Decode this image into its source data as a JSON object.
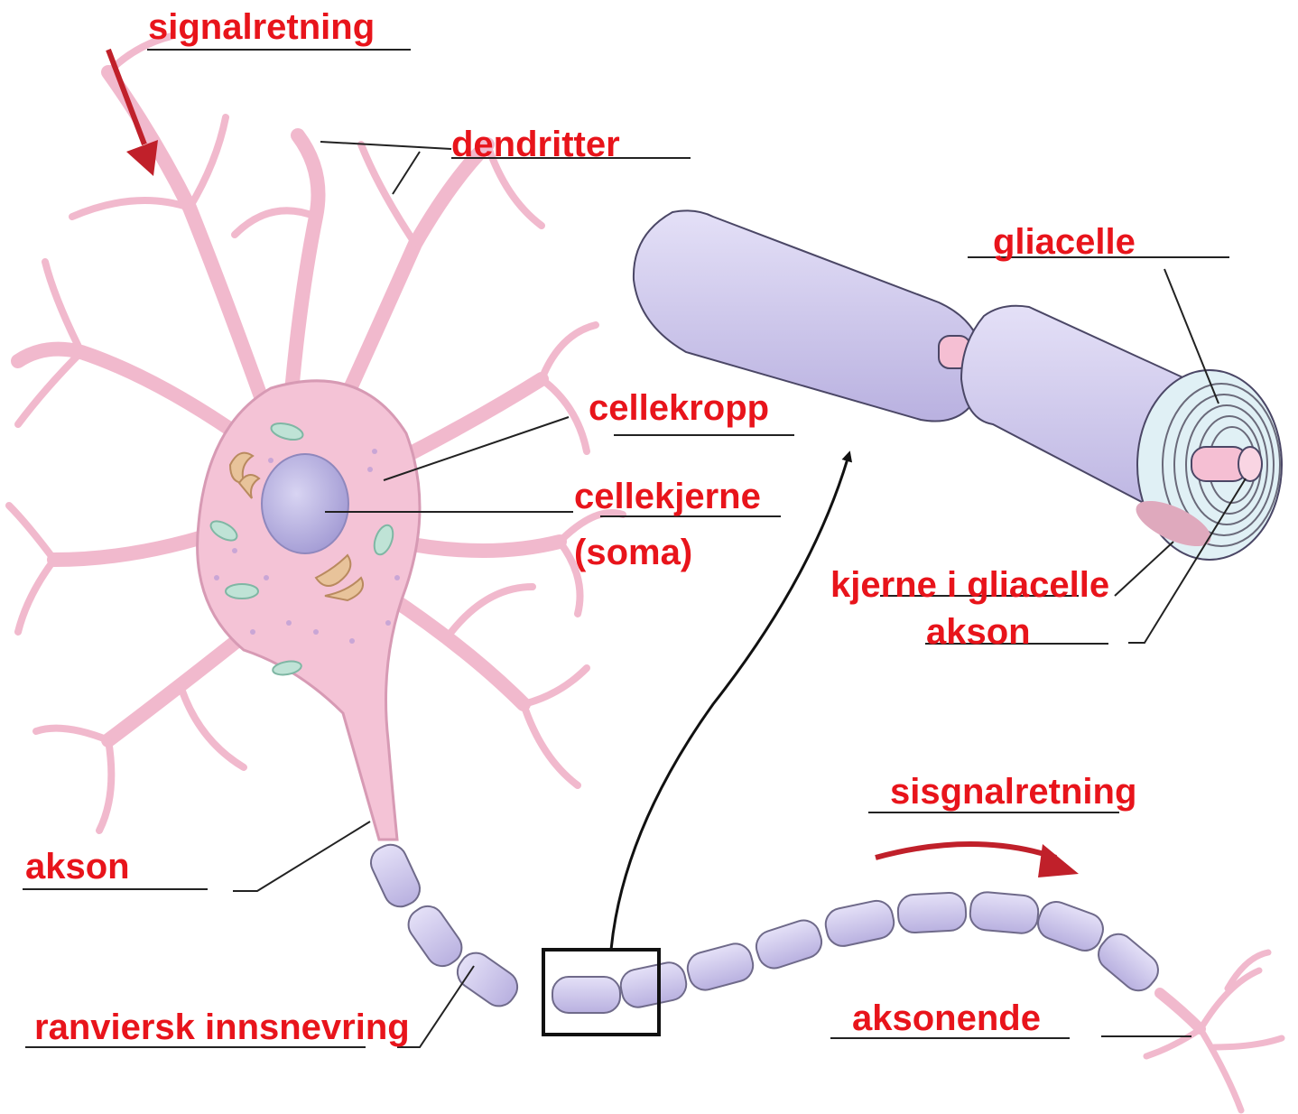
{
  "labels": {
    "signal_top": "signalretning",
    "dendrites": "dendritter",
    "glia": "gliacelle",
    "cell_body": "cellekropp",
    "nucleus": "cellekjerne",
    "soma": "(soma)",
    "glia_nucleus": "kjerne i gliacelle",
    "axon_right": "akson",
    "signal_bottom": "sisgnalretning",
    "axon_left": "akson",
    "node": "ranviersk innsnevring",
    "terminal": "aksonende"
  },
  "colors": {
    "label": "#e8141b",
    "cell": "#f4c3d6",
    "cell_outline": "#b07a90",
    "myelin": "#cfc8ec",
    "myelin_outline": "#6f6a8a",
    "nucleus": "#b9b3e0",
    "mitochondria": "#bfe3d6",
    "golgi": "#e8c39a",
    "arrow": "#c0202a"
  }
}
